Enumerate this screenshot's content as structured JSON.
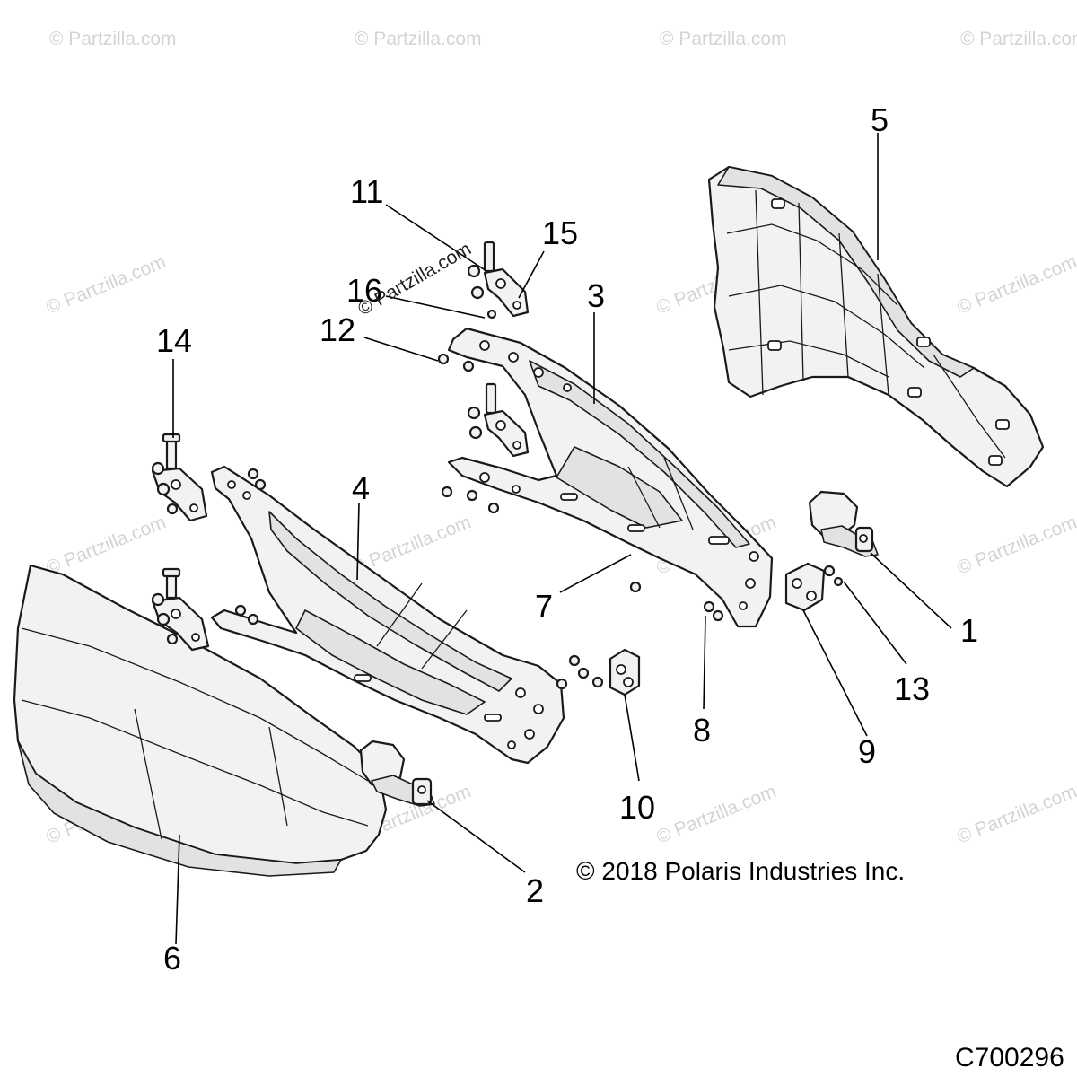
{
  "watermark": "© Partzilla.com",
  "callouts": {
    "c1": "1",
    "c2": "2",
    "c3": "3",
    "c4": "4",
    "c5": "5",
    "c6": "6",
    "c7": "7",
    "c8": "8",
    "c9": "9",
    "c10": "10",
    "c11": "11",
    "c12": "12",
    "c13": "13",
    "c14": "14",
    "c15": "15",
    "c16": "16"
  },
  "copyright": "© 2018 Polaris Industries Inc.",
  "diagram_code": "C700296"
}
